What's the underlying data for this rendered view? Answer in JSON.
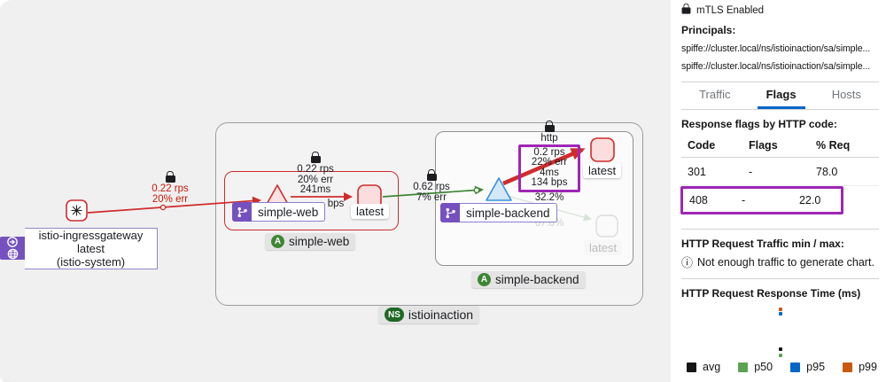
{
  "graph": {
    "namespace": {
      "badge": "NS",
      "label": "istioinaction"
    },
    "ingress_node": {
      "line1": "istio-ingressgateway",
      "line2": "latest",
      "line3": "(istio-system)"
    },
    "simple_web": {
      "version_label": "simple-web",
      "workload_label": "latest",
      "app_badge": "A",
      "app_label": "simple-web"
    },
    "simple_backend": {
      "version_label": "simple-backend",
      "workload_label_active": "latest",
      "workload_label_idle": "latest",
      "app_badge": "A",
      "app_label": "simple-backend"
    },
    "edges": {
      "ingress_to_web": {
        "rps": "0.22 rps",
        "err": "20% err"
      },
      "web_internal": {
        "rps": "0.22 rps",
        "err": "20% err",
        "rt": "241ms",
        "bps_partial": "bps"
      },
      "web_to_backend": {
        "rps": "0.62 rps",
        "err": "7% err"
      },
      "backend_internal": {
        "protocol": "http",
        "rps": "0.2 rps",
        "err": "22% err",
        "rt": "4ms",
        "bps": "134 bps",
        "split_active": "32.2%",
        "split_idle": "67.8%"
      }
    }
  },
  "panel": {
    "mtls": "mTLS Enabled",
    "principals_title": "Principals:",
    "principals": [
      "spiffe://cluster.local/ns/istioinaction/sa/simple...",
      "spiffe://cluster.local/ns/istioinaction/sa/simple..."
    ],
    "tabs": {
      "traffic": "Traffic",
      "flags": "Flags",
      "hosts": "Hosts"
    },
    "flags_section": {
      "title": "Response flags by HTTP code:",
      "columns": {
        "code": "Code",
        "flags": "Flags",
        "pct": "% Req"
      },
      "rows": [
        {
          "code": "301",
          "flags": "-",
          "pct": "78.0"
        },
        {
          "code": "408",
          "flags": "-",
          "pct": "22.0"
        }
      ]
    },
    "traffic_minmax": {
      "title": "HTTP Request Traffic min / max:",
      "info": "Not enough traffic to generate chart."
    },
    "response_time": {
      "title": "HTTP Request Response Time (ms)",
      "legend": [
        {
          "label": "avg",
          "color": "#151515"
        },
        {
          "label": "p50",
          "color": "#5ba352"
        },
        {
          "label": "p95",
          "color": "#0266c8"
        },
        {
          "label": "p99",
          "color": "#c9590c"
        }
      ]
    }
  },
  "colors": {
    "highlight_purple": "#9e27b5",
    "edge_error_red": "#d02c2c",
    "edge_ok_green": "#3e8635",
    "badge_purple": "#7551bf",
    "tab_underline_blue": "#0466cc",
    "canvas_gray": "#f0f0f0"
  }
}
